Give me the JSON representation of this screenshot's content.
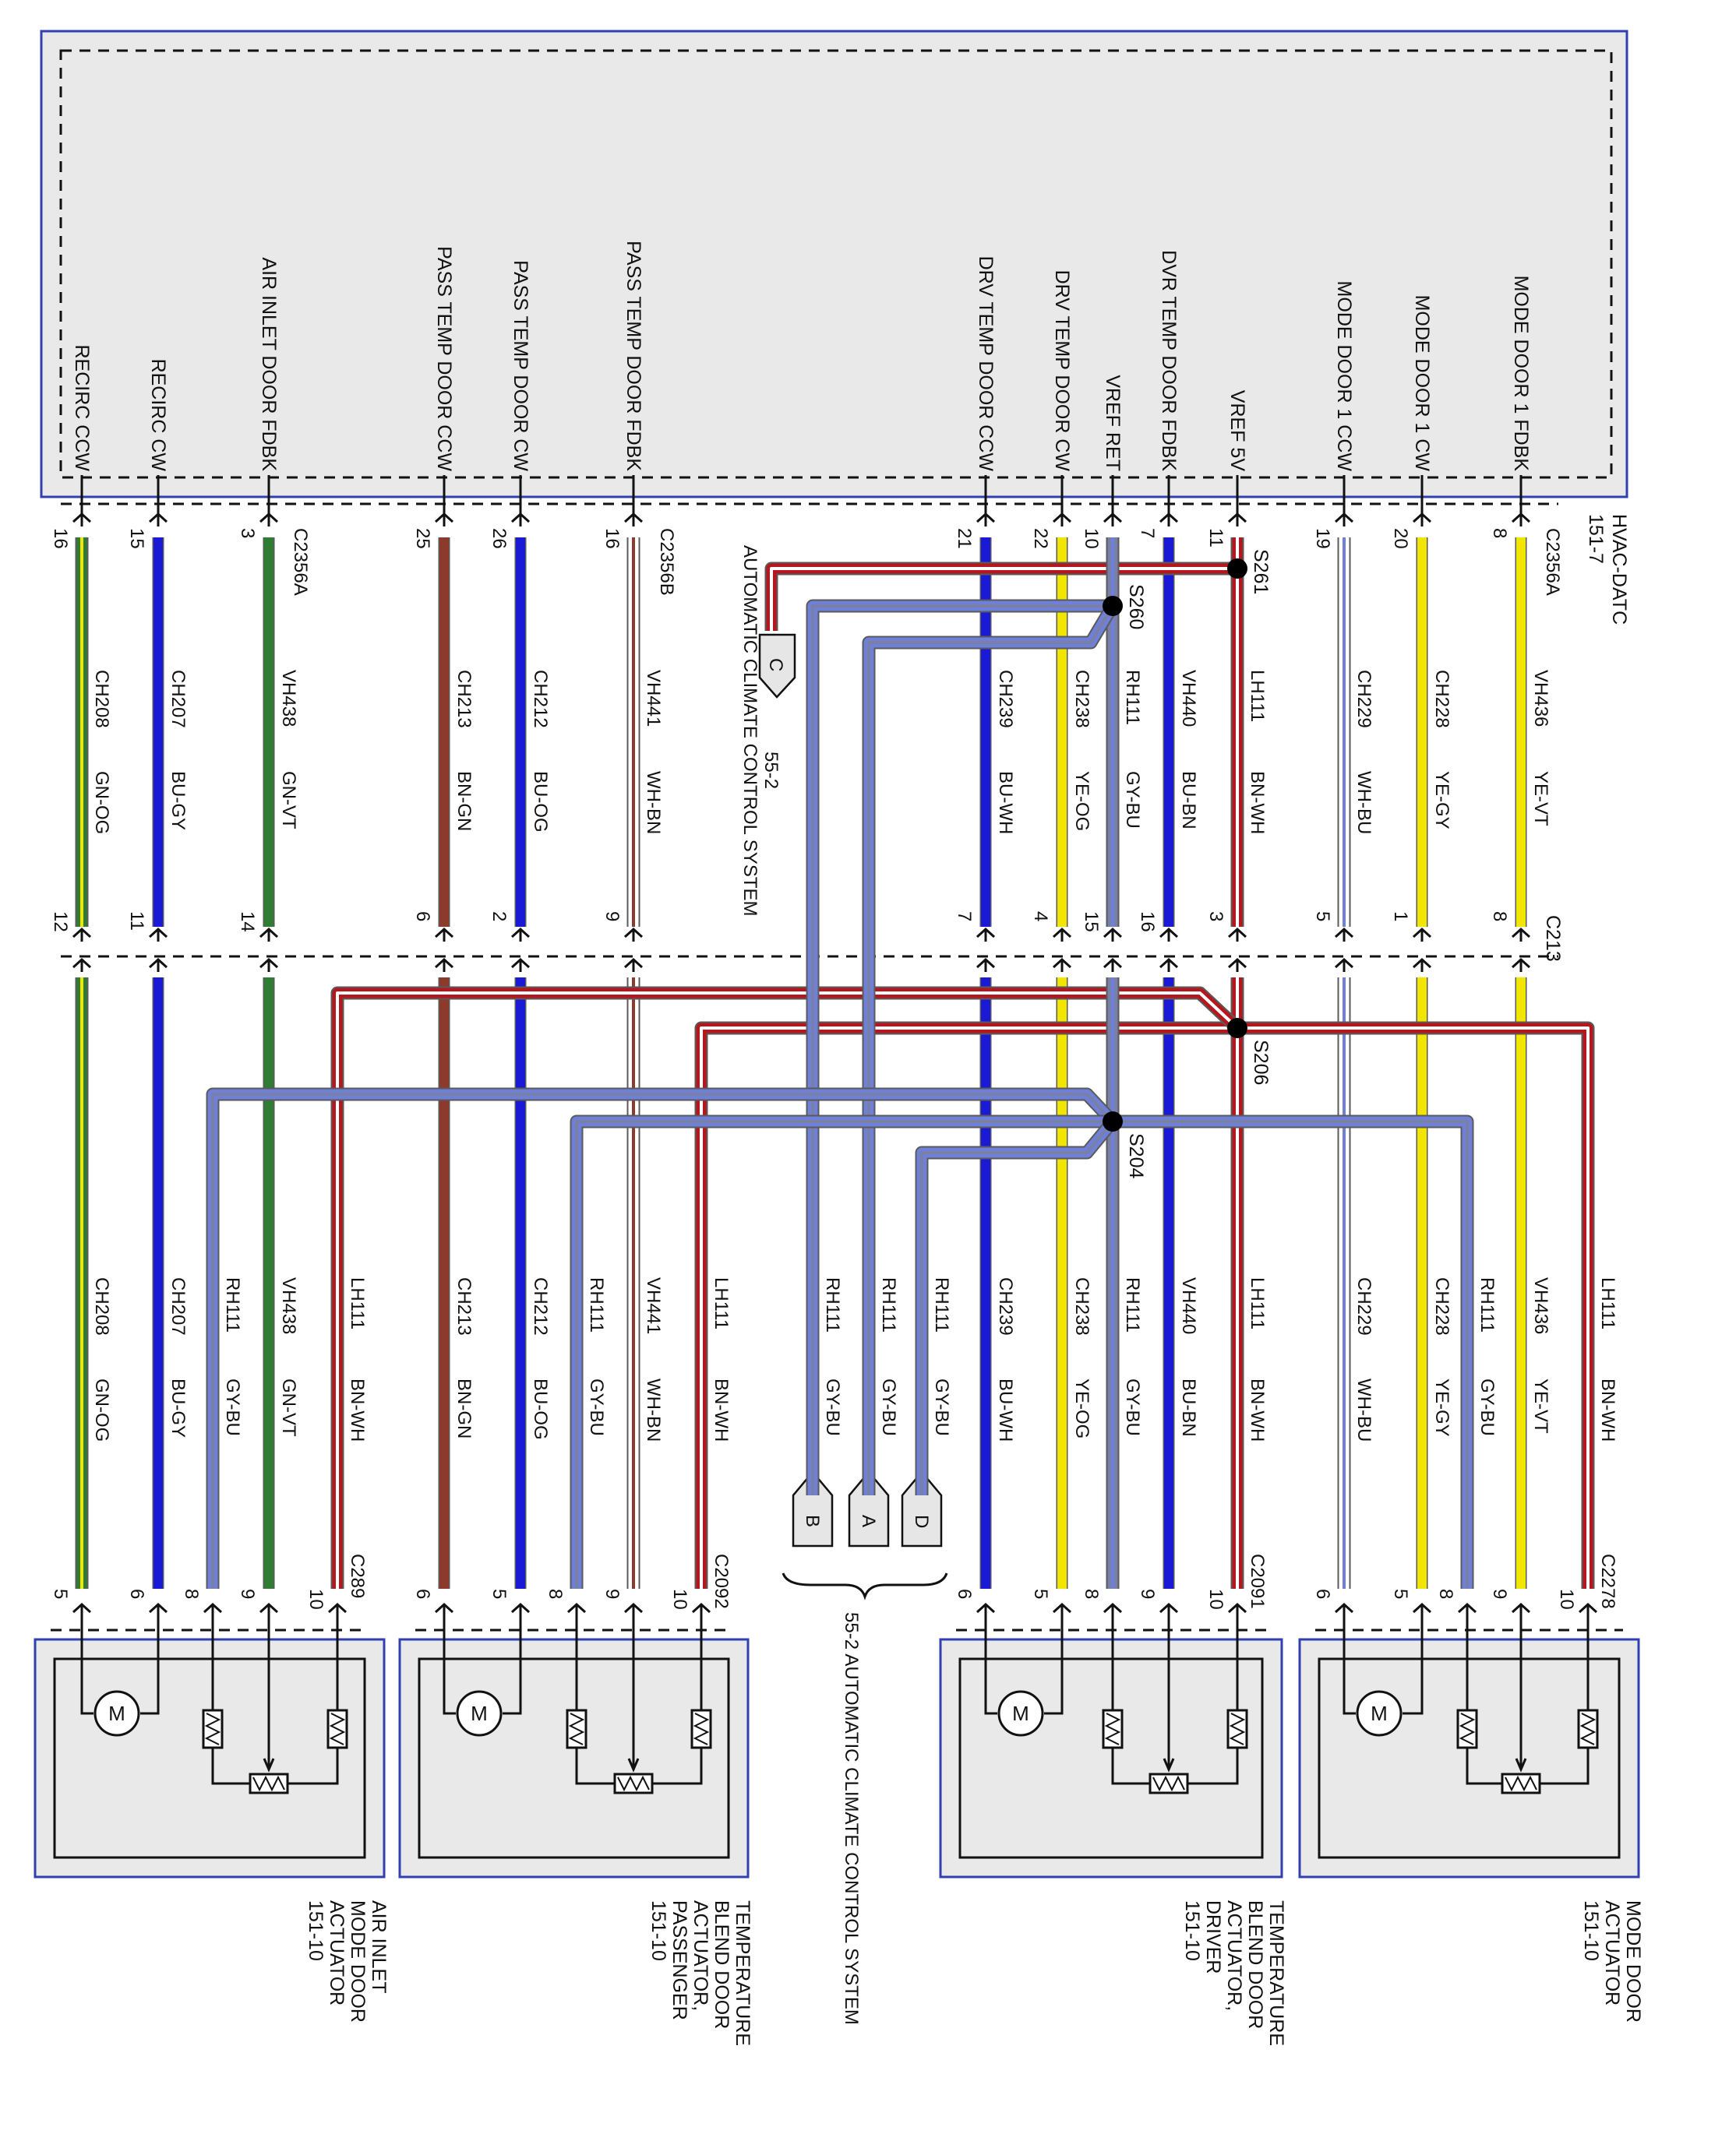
{
  "module": {
    "name": "HVAC-DATC",
    "ref": "151-7",
    "connector_a": "C2356A",
    "connector_b": "C2356B",
    "pins": [
      {
        "label": "RECIRC CCW",
        "pin": "16"
      },
      {
        "label": "RECIRC CW",
        "pin": "15"
      },
      {
        "label": "AIR INLET DOOR FDBK",
        "pin": "3"
      },
      {
        "label": "PASS TEMP DOOR CCW",
        "pin": "25"
      },
      {
        "label": "PASS TEMP DOOR CW",
        "pin": "26"
      },
      {
        "label": "PASS TEMP DOOR FDBK",
        "pin": "16"
      },
      {
        "label": "DRV TEMP DOOR CCW",
        "pin": "21"
      },
      {
        "label": "DRV TEMP DOOR CW",
        "pin": "22"
      },
      {
        "label": "VREF RET",
        "pin": "10"
      },
      {
        "label": "DVR TEMP DOOR FDBK",
        "pin": "7"
      },
      {
        "label": "VREF 5V",
        "pin": "11"
      },
      {
        "label": "MODE DOOR 1 CCW",
        "pin": "19"
      },
      {
        "label": "MODE DOOR 1 CW",
        "pin": "20"
      },
      {
        "label": "MODE DOOR 1 FDBK",
        "pin": "8"
      }
    ]
  },
  "inline_connector": {
    "name": "C213",
    "pins": [
      "12",
      "11",
      "14",
      "6",
      "2",
      "9",
      "7",
      "4",
      "15",
      "16",
      "3",
      "5",
      "1",
      "8"
    ]
  },
  "upper_wires": [
    {
      "circuit": "CH208",
      "color": "GN-OG"
    },
    {
      "circuit": "CH207",
      "color": "BU-GY"
    },
    {
      "circuit": "VH438",
      "color": "GN-VT"
    },
    {
      "circuit": "CH213",
      "color": "BN-GN"
    },
    {
      "circuit": "CH212",
      "color": "BU-OG"
    },
    {
      "circuit": "VH441",
      "color": "WH-BN"
    },
    {
      "circuit": "CH239",
      "color": "BU-WH"
    },
    {
      "circuit": "CH238",
      "color": "YE-OG"
    },
    {
      "circuit": "RH111",
      "color": "GY-BU"
    },
    {
      "circuit": "VH440",
      "color": "BU-BN"
    },
    {
      "circuit": "LH111",
      "color": "BN-WH"
    },
    {
      "circuit": "CH229",
      "color": "WH-BU"
    },
    {
      "circuit": "CH228",
      "color": "YE-GY"
    },
    {
      "circuit": "VH436",
      "color": "YE-VT"
    }
  ],
  "lower_wires": [
    {
      "circuit": "CH208",
      "color": "GN-OG"
    },
    {
      "circuit": "CH207",
      "color": "BU-GY"
    },
    {
      "circuit": "RH111",
      "color": "GY-BU"
    },
    {
      "circuit": "VH438",
      "color": "GN-VT"
    },
    {
      "circuit": "LH111",
      "color": "BN-WH"
    },
    {
      "circuit": "CH213",
      "color": "BN-GN"
    },
    {
      "circuit": "CH212",
      "color": "BU-OG"
    },
    {
      "circuit": "RH111",
      "color": "GY-BU"
    },
    {
      "circuit": "VH441",
      "color": "WH-BN"
    },
    {
      "circuit": "LH111",
      "color": "BN-WH"
    },
    {
      "circuit": "RH111",
      "color": "GY-BU"
    },
    {
      "circuit": "RH111",
      "color": "GY-BU"
    },
    {
      "circuit": "RH111",
      "color": "GY-BU"
    },
    {
      "circuit": "CH239",
      "color": "BU-WH"
    },
    {
      "circuit": "CH238",
      "color": "YE-OG"
    },
    {
      "circuit": "RH111",
      "color": "GY-BU"
    },
    {
      "circuit": "VH440",
      "color": "BU-BN"
    },
    {
      "circuit": "LH111",
      "color": "BN-WH"
    },
    {
      "circuit": "CH229",
      "color": "WH-BU"
    },
    {
      "circuit": "CH228",
      "color": "YE-GY"
    },
    {
      "circuit": "RH111",
      "color": "GY-BU"
    },
    {
      "circuit": "VH436",
      "color": "YE-VT"
    },
    {
      "circuit": "LH111",
      "color": "BN-WH"
    }
  ],
  "splices": [
    "S261",
    "S260",
    "S206",
    "S204"
  ],
  "offpage_connectors": [
    {
      "letter": "C",
      "ref": "55-2"
    },
    {
      "letter": "B"
    },
    {
      "letter": "A"
    },
    {
      "letter": "D"
    }
  ],
  "system_label_upper": "AUTOMATIC CLIMATE CONTROL SYSTEM",
  "system_label_lower": "55-2 AUTOMATIC CLIMATE CONTROL SYSTEM",
  "actuators": [
    {
      "connector": "C289",
      "pins": [
        "5",
        "6",
        "8",
        "9",
        "10"
      ],
      "name_lines": [
        "AIR INLET",
        "MODE DOOR",
        "ACTUATOR",
        "151-10"
      ]
    },
    {
      "connector": "C2092",
      "pins": [
        "6",
        "5",
        "8",
        "9",
        "10"
      ],
      "name_lines": [
        "TEMPERATURE",
        "BLEND DOOR",
        "ACTUATOR,",
        "PASSENGER",
        "151-10"
      ]
    },
    {
      "connector": "C2091",
      "pins": [
        "6",
        "5",
        "8",
        "9",
        "10"
      ],
      "name_lines": [
        "TEMPERATURE",
        "BLEND DOOR",
        "ACTUATOR,",
        "DRIVER",
        "151-10"
      ]
    },
    {
      "connector": "C2278",
      "pins": [
        "6",
        "5",
        "8",
        "9",
        "10"
      ],
      "name_lines": [
        "MODE DOOR",
        "ACTUATOR",
        "151-10"
      ]
    }
  ],
  "motor_symbol": "M",
  "wire_colors": {
    "green": "#2e7d32",
    "yellow": "#f2e600",
    "blue": "#1a1ad6",
    "brown": "#8b3a2b",
    "red": "#b5171e",
    "gray": "#7a7fa8",
    "light_blue": "#6f80d8",
    "white": "#ffffff",
    "outline": "#5a5a5a",
    "box_border": "#3040b0"
  }
}
